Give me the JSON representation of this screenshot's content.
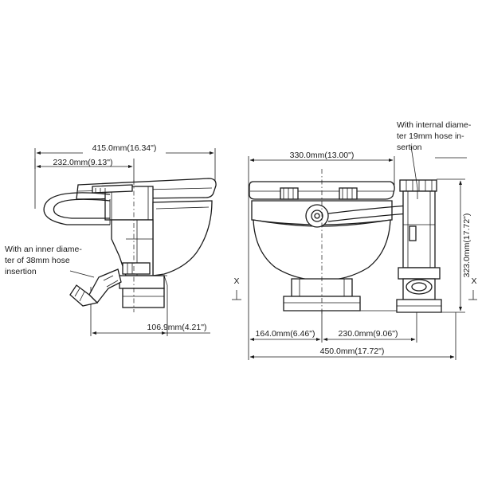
{
  "side_view": {
    "overall_width": "415.0mm(16.34\")",
    "seat_depth": "232.0mm(9.13\")",
    "outlet_offset": "106.9mm(4.21\")",
    "outlet_note": [
      "With an inner diame-",
      "ter of 38mm hose",
      "insertion"
    ]
  },
  "front_view": {
    "seat_width": "330.0mm(13.00\")",
    "height": "323.0mm(17.72\")",
    "left_offset": "164.0mm(6.46\")",
    "pump_offset": "230.0mm(9.06\")",
    "overall_width": "450.0mm(17.72\")",
    "inlet_note": [
      "With internal diame-",
      "ter 19mm hose in-",
      "sertion"
    ]
  },
  "section_marks": {
    "left": "X",
    "right": "X"
  }
}
